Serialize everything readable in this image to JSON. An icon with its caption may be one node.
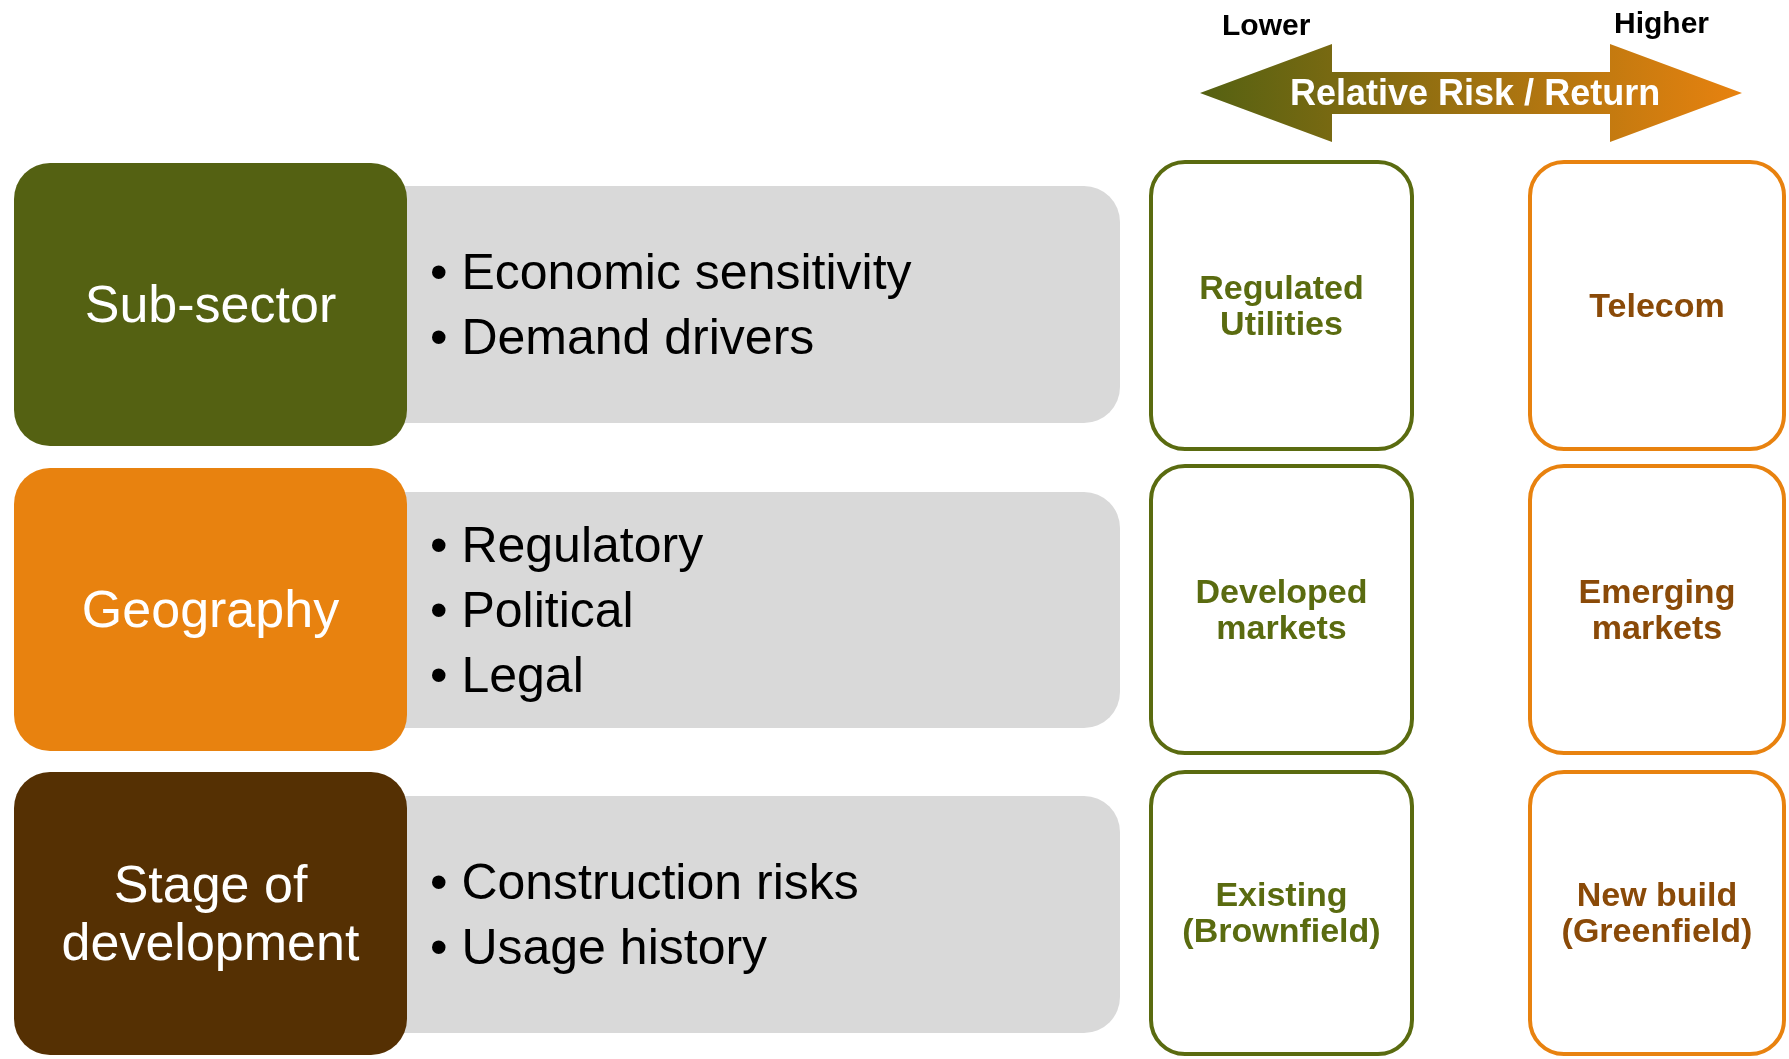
{
  "diagram": {
    "nodes": [
      {
        "text": [
          "Sub-sector"
        ]
      },
      {
        "text": [
          "• Economic sensitivity",
          "• Demand drivers"
        ]
      },
      {
        "text": [
          "Regulated Utilities"
        ]
      },
      {
        "text": [
          "Telecom"
        ]
      },
      {
        "text": [
          "Geography"
        ]
      },
      {
        "text": [
          "• Regulatory",
          "• Political",
          "• Legal"
        ]
      },
      {
        "text": [
          "Developed markets"
        ]
      },
      {
        "text": [
          "Emerging markets"
        ]
      },
      {
        "text": [
          "Stage of development"
        ]
      },
      {
        "text": [
          "• Construction risks",
          "• Usage history"
        ]
      },
      {
        "text": [
          "Existing (Brownfield)"
        ]
      },
      {
        "text": [
          "New build (Greenfield)"
        ]
      }
    ],
    "labels": [
      "Lower",
      "Higher",
      "Relative Risk / Return"
    ]
  }
}
